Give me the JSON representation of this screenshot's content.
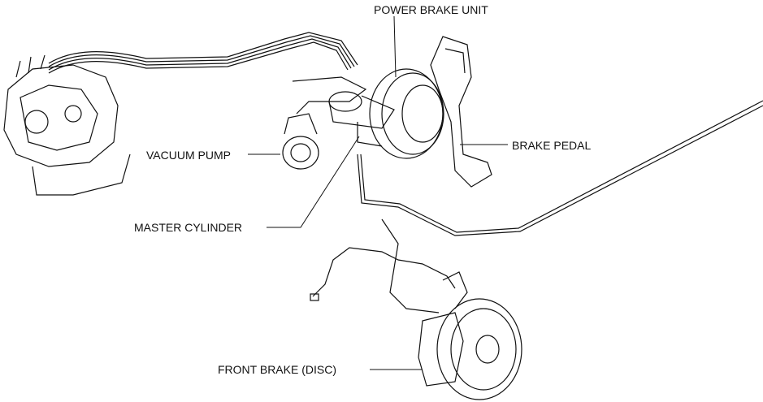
{
  "labels": {
    "power_brake_unit": "POWER BRAKE UNIT",
    "brake_pedal": "BRAKE PEDAL",
    "vacuum_pump": "VACUUM PUMP",
    "master_cylinder": "MASTER CYLINDER",
    "front_brake": "FRONT BRAKE (DISC)"
  }
}
